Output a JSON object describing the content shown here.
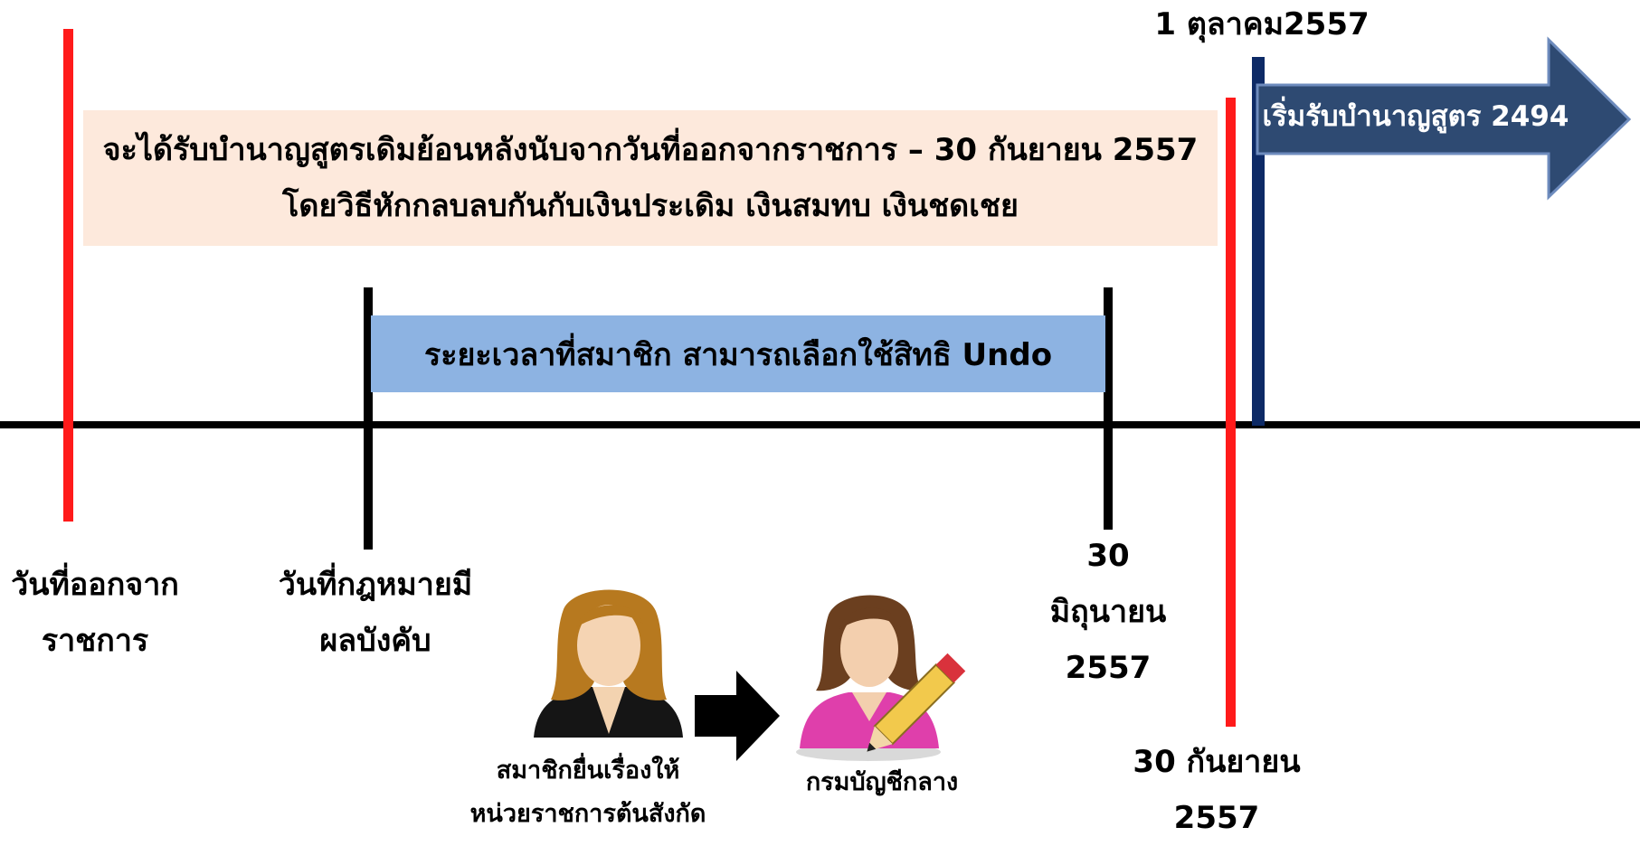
{
  "colors": {
    "red_marker": "#ff1a1a",
    "navy_marker": "#0d2a66",
    "peach_box": "#fde9dc",
    "blue_box": "#8db3e2",
    "arrow_fill": "#2e4a72",
    "arrow_border": "#6d8bbd"
  },
  "top_date_label": "1 ตุลาคม2557",
  "start_arrow": {
    "label": "เริ่มรับบำนาญสูตร 2494"
  },
  "retro_box": {
    "line1": "จะได้รับบำนาญสูตรเดิมย้อนหลังนับจากวันที่ออกจากราชการ – 30 กันยายน 2557",
    "line2": "โดยวิธีหักกลบลบกันกับเงินประเดิม เงินสมทบ เงินชดเชย"
  },
  "undo_box": {
    "label": "ระยะเวลาที่สมาชิก สามารถเลือกใช้สิทธิ Undo"
  },
  "timeline_labels": {
    "leave_service": {
      "line1": "วันที่ออกจาก",
      "line2": "ราชการ"
    },
    "law_effective": {
      "line1": "วันที่กฎหมายมี",
      "line2": "ผลบังคับ"
    },
    "june_30": {
      "line1": "30",
      "line2": "มิถุนายน",
      "line3": "2557"
    },
    "sep_30": {
      "line1": "30 กันยายน",
      "line2": "2557"
    }
  },
  "process": {
    "member_caption_line1": "สมาชิกยื่นเรื่องให้",
    "member_caption_line2": "หน่วยราชการต้นสังกัด",
    "comptroller_caption": "กรมบัญชีกลาง",
    "icons": [
      "member-avatar-icon",
      "right-arrow-icon",
      "comptroller-editor-icon"
    ]
  }
}
